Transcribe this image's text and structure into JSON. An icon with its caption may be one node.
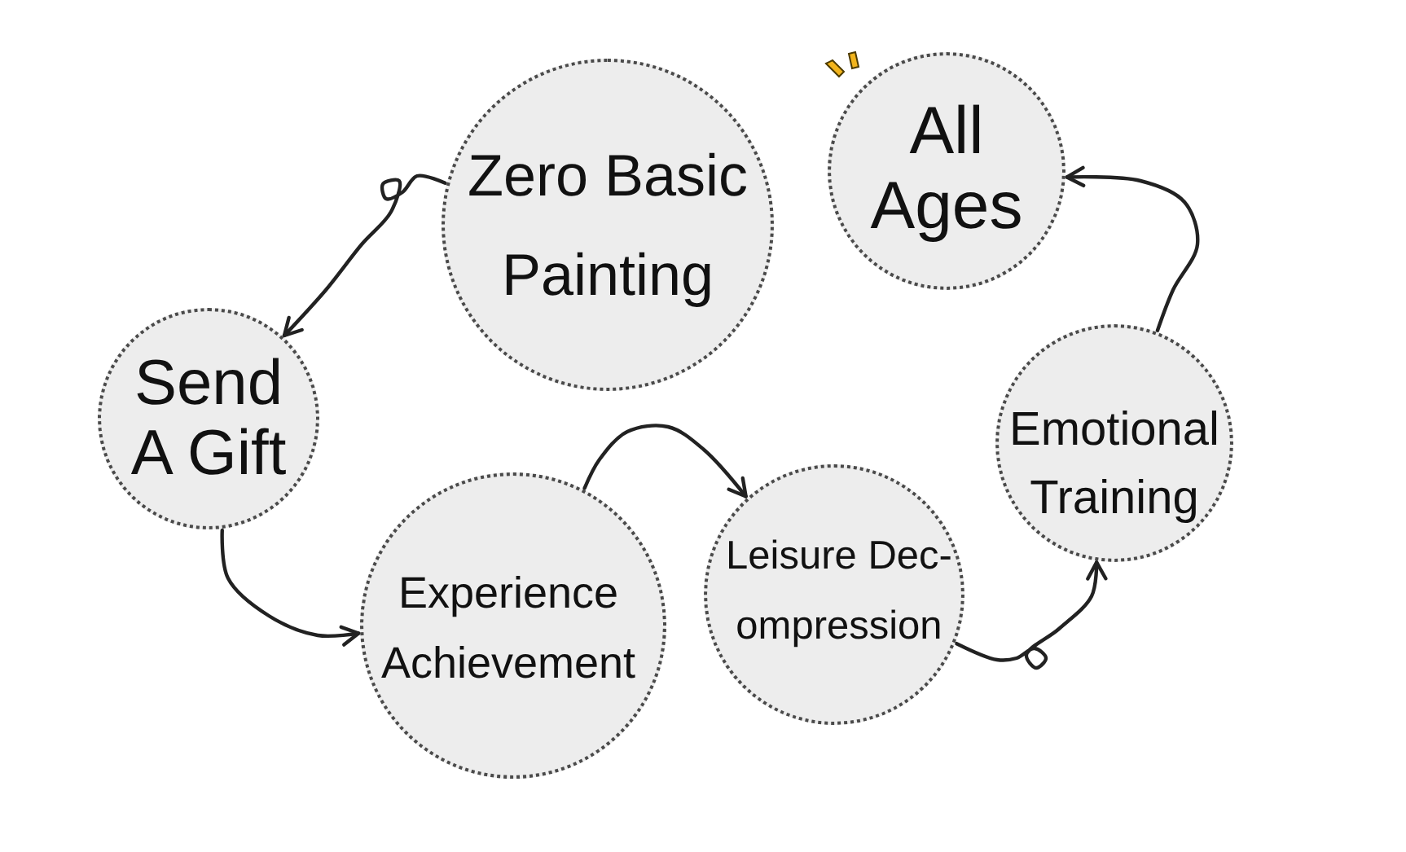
{
  "diagram": {
    "nodes": [
      {
        "text": [
          "Zero Basic Painting"
        ]
      },
      {
        "text": [
          "All Ages"
        ]
      },
      {
        "text": [
          "Send A Gift"
        ]
      },
      {
        "text": [
          "Experience Achievement"
        ]
      },
      {
        "text": [
          "Leisure Dec- ompression"
        ]
      },
      {
        "text": [
          "Emotional Training"
        ]
      }
    ],
    "edges": [
      {
        "from": 0,
        "to": 2,
        "arrow": "to"
      },
      {
        "from": 2,
        "to": 3,
        "arrow": "to"
      },
      {
        "from": 3,
        "to": 4,
        "arrow": "to"
      },
      {
        "from": 4,
        "to": 5,
        "arrow": "to"
      },
      {
        "from": 5,
        "to": 1,
        "arrow": "to"
      }
    ]
  }
}
